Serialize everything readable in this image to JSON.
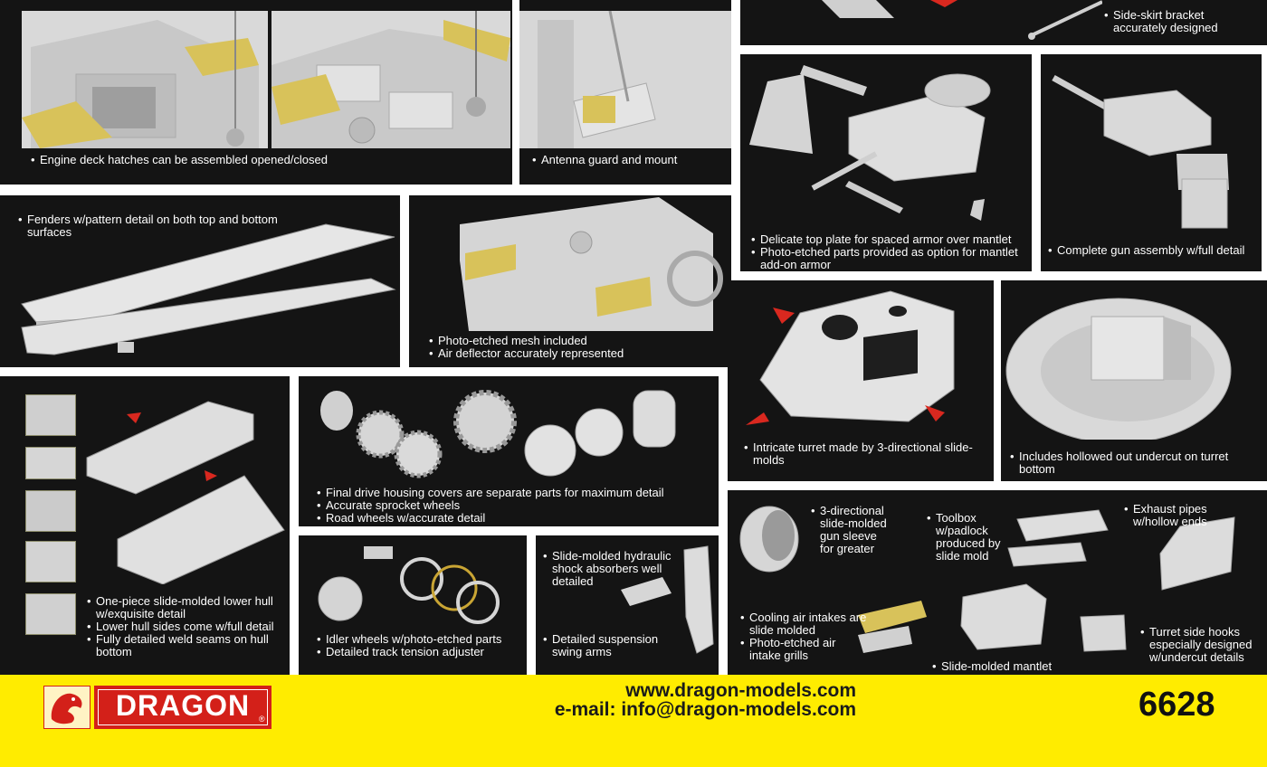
{
  "panels": {
    "engine_deck": {
      "bullets": [
        "Engine deck hatches can be assembled opened/closed"
      ]
    },
    "antenna": {
      "bullets": [
        "Antenna guard and mount"
      ]
    },
    "side_skirt": {
      "bullets": [
        "Side-skirt bracket accurately designed"
      ]
    },
    "fenders": {
      "bullets": [
        "Fenders w/pattern detail on both top and bottom surfaces"
      ]
    },
    "mesh": {
      "bullets": [
        "Photo-etched mesh included",
        "Air deflector accurately represented"
      ]
    },
    "mantlet_plate": {
      "bullets": [
        "Delicate top plate for spaced armor over mantlet",
        "Photo-etched parts provided as option for mantlet add-on armor"
      ]
    },
    "gun_assembly": {
      "bullets": [
        "Complete gun assembly w/full detail"
      ]
    },
    "turret": {
      "bullets": [
        "Intricate turret made by 3-directional slide-molds"
      ]
    },
    "turret_bottom": {
      "bullets": [
        "Includes hollowed out undercut on turret bottom"
      ]
    },
    "lower_hull": {
      "bullets": [
        "One-piece slide-molded lower hull w/exquisite detail",
        "Lower hull sides come w/full detail",
        "Fully detailed weld seams on hull bottom"
      ]
    },
    "wheels": {
      "bullets": [
        "Final drive housing covers are separate parts for maximum detail",
        "Accurate sprocket wheels",
        "Road wheels w/accurate detail"
      ]
    },
    "idler": {
      "bullets": [
        "Idler wheels w/photo-etched parts",
        "Detailed track tension adjuster"
      ]
    },
    "suspension": {
      "bullets": [
        "Slide-molded hydraulic shock absorbers well detailed",
        "Detailed suspension swing arms"
      ]
    },
    "details": {
      "gun_sleeve": "3-directional slide-molded gun sleeve for greater",
      "toolbox": "Toolbox w/padlock produced by slide mold",
      "exhaust": "Exhaust pipes w/hollow ends",
      "cooling": [
        "Cooling air intakes are slide molded",
        "Photo-etched air intake grills"
      ],
      "mantlet": "Slide-molded mantlet",
      "hooks": "Turret side hooks especially designed w/undercut details"
    }
  },
  "footer": {
    "logo_text": "DRAGON",
    "logo_mark": "®",
    "website": "www.dragon-models.com",
    "email": "e-mail: info@dragon-models.com",
    "product_number": "6628"
  },
  "colors": {
    "panel_bg": "#141414",
    "footer_bg": "#ffec00",
    "logo_red": "#d32019",
    "photo_etch": "#d8c25a",
    "arrow_red": "#d9281f"
  }
}
